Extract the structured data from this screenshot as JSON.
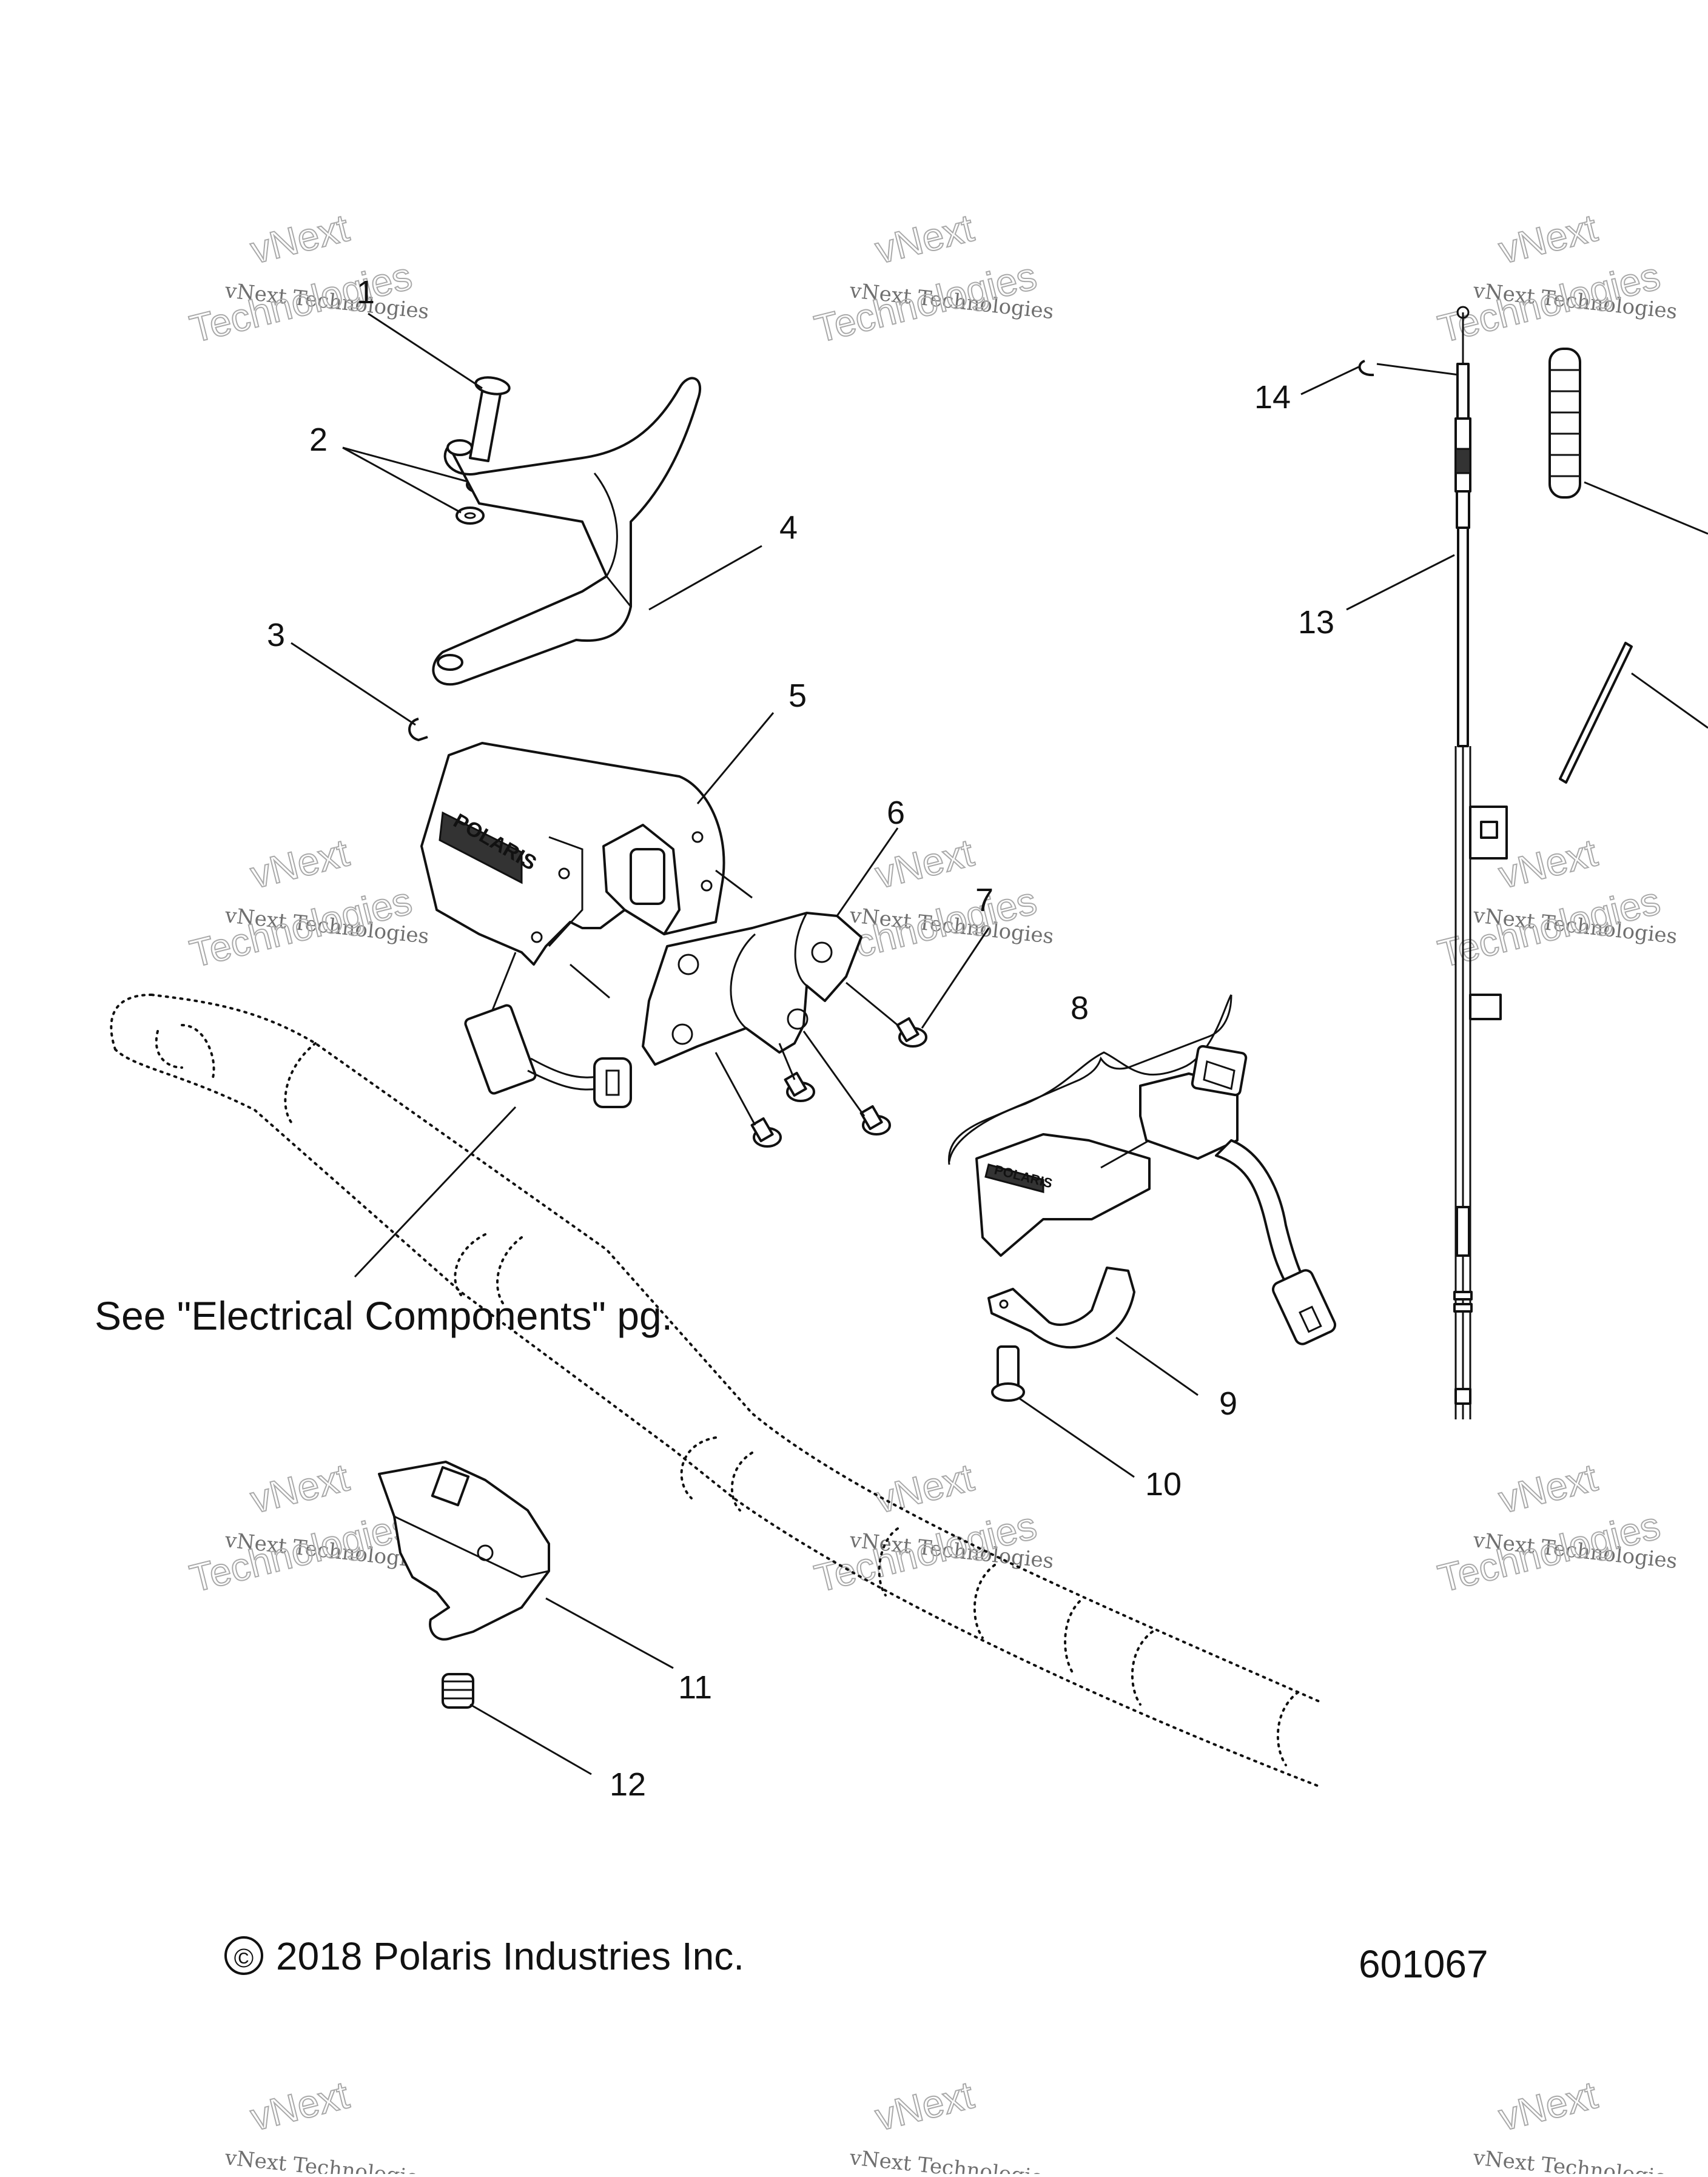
{
  "callouts": [
    "1",
    "2",
    "3",
    "4",
    "5",
    "6",
    "7",
    "8",
    "9",
    "10",
    "11",
    "12",
    "13",
    "14"
  ],
  "note": "See \"Electrical Components\" pg.",
  "copyright_symbol": "©",
  "copyright": "2018 Polaris Industries Inc.",
  "diagram_id": "601067",
  "brand_label": "POLARIS",
  "watermark": {
    "line1": "vNext Technologies",
    "line2": "vNext",
    "line3": "Technologies"
  }
}
